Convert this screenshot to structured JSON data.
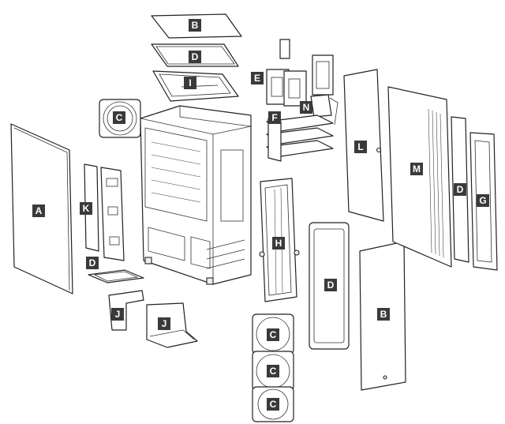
{
  "labels": {
    "A": "A",
    "B": "B",
    "C": "C",
    "D": "D",
    "E": "E",
    "F": "F",
    "G": "G",
    "H": "H",
    "I": "I",
    "J": "J",
    "K": "K",
    "L": "L",
    "M": "M",
    "N": "N"
  },
  "colors": {
    "line": "#222222",
    "label_bg": "#3a3a3a",
    "label_text": "#ffffff"
  }
}
